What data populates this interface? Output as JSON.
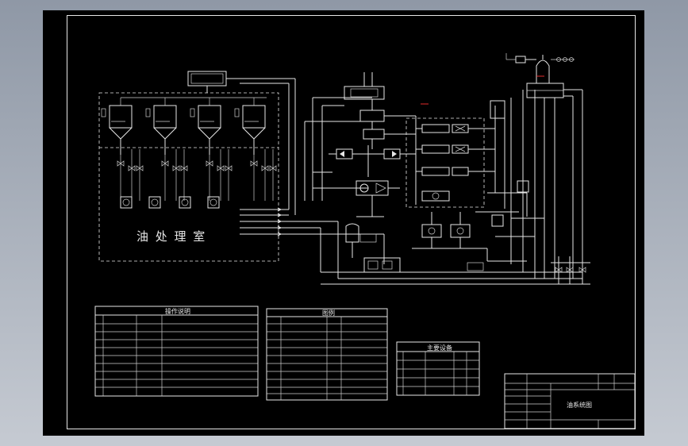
{
  "room": {
    "label": "油 处 理 室"
  },
  "tables": {
    "operation_notes": {
      "title": "操作说明"
    },
    "legend": {
      "title": "图例"
    },
    "equipment": {
      "title": "主要设备"
    }
  },
  "title_block": {
    "drawing_title": "油系统图"
  }
}
